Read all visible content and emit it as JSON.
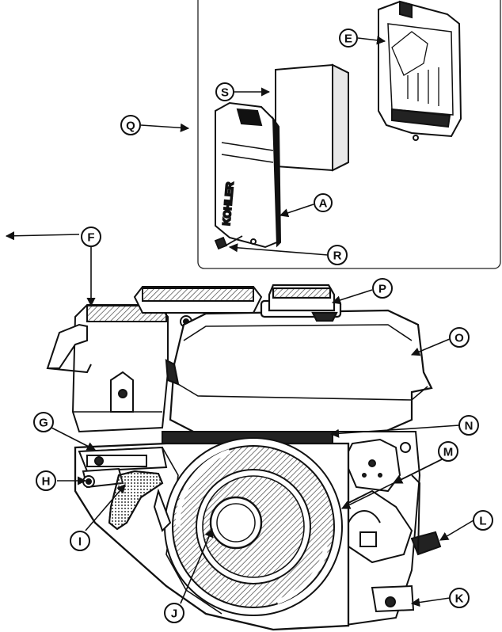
{
  "diagram": {
    "brand_logo": "KOHLER",
    "callouts": [
      {
        "id": "A",
        "label": "A"
      },
      {
        "id": "E",
        "label": "E"
      },
      {
        "id": "F",
        "label": "F"
      },
      {
        "id": "G",
        "label": "G"
      },
      {
        "id": "H",
        "label": "H"
      },
      {
        "id": "I",
        "label": "I"
      },
      {
        "id": "J",
        "label": "J"
      },
      {
        "id": "K",
        "label": "K"
      },
      {
        "id": "L",
        "label": "L"
      },
      {
        "id": "M",
        "label": "M"
      },
      {
        "id": "N",
        "label": "N"
      },
      {
        "id": "O",
        "label": "O"
      },
      {
        "id": "P",
        "label": "P"
      },
      {
        "id": "Q",
        "label": "Q"
      },
      {
        "id": "R",
        "label": "R"
      },
      {
        "id": "S",
        "label": "S"
      }
    ]
  }
}
